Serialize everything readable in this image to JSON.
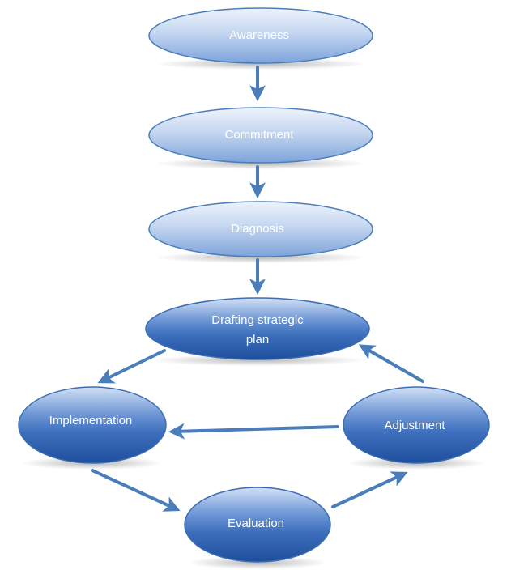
{
  "nodes": {
    "awareness": {
      "label": "Awareness"
    },
    "commitment": {
      "label": "Commitment"
    },
    "diagnosis": {
      "label": "Diagnosis"
    },
    "drafting": {
      "label_line1": "Drafting strategic",
      "label_line2": "plan"
    },
    "implementation": {
      "label": "Implementation"
    },
    "adjustment": {
      "label": "Adjustment"
    },
    "evaluation": {
      "label": "Evaluation"
    }
  },
  "edges": [
    {
      "from": "Awareness",
      "to": "Commitment"
    },
    {
      "from": "Commitment",
      "to": "Diagnosis"
    },
    {
      "from": "Diagnosis",
      "to": "Drafting strategic plan"
    },
    {
      "from": "Drafting strategic plan",
      "to": "Implementation"
    },
    {
      "from": "Implementation",
      "to": "Evaluation"
    },
    {
      "from": "Evaluation",
      "to": "Adjustment"
    },
    {
      "from": "Adjustment",
      "to": "Implementation"
    },
    {
      "from": "Adjustment",
      "to": "Drafting strategic plan"
    }
  ],
  "colors": {
    "light_fill_top": "#e6eefa",
    "light_fill_bottom": "#7fa4dc",
    "dark_fill_top": "#c9d9f3",
    "dark_fill_bottom": "#2d5fae",
    "outline": "#4a7ebb",
    "connector": "#4a7ebb",
    "label": "#ffffff"
  }
}
